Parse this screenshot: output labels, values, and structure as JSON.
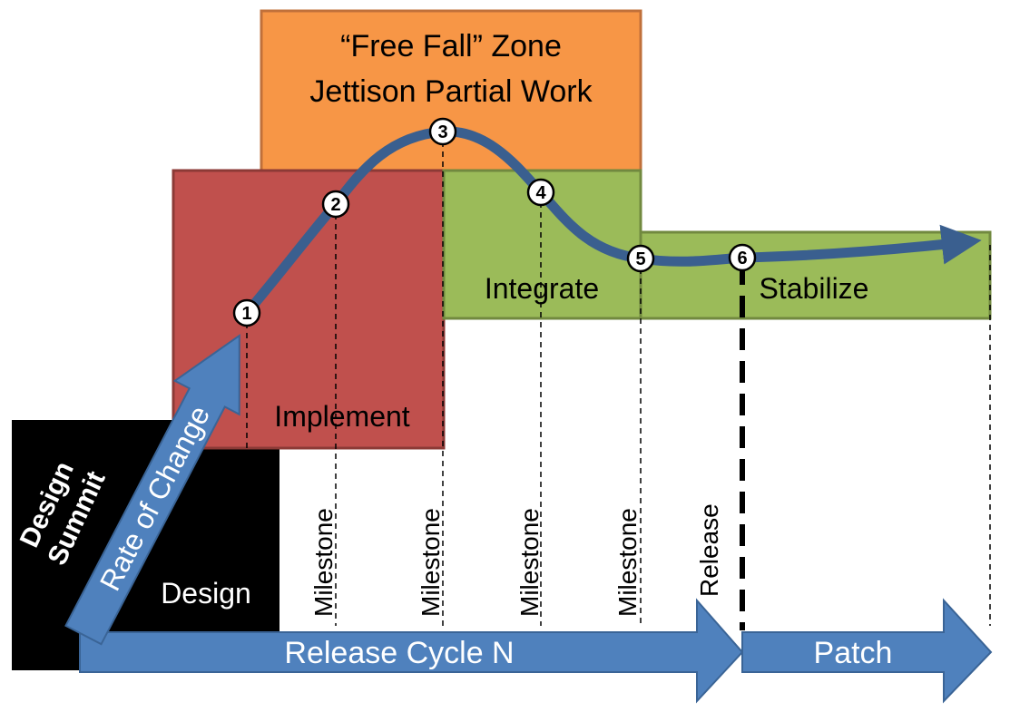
{
  "zones": {
    "free_fall_line1": "“Free Fall” Zone",
    "free_fall_line2": "Jettison Partial Work",
    "implement": "Implement",
    "integrate": "Integrate",
    "stabilize": "Stabilize",
    "design": "Design",
    "design_summit_line1": "Design",
    "design_summit_line2": "Summit"
  },
  "arrows": {
    "rate_of_change": "Rate of Change",
    "release_cycle": "Release Cycle N",
    "patch": "Patch"
  },
  "markers": [
    {
      "label": "Milestone"
    },
    {
      "label": "Milestone"
    },
    {
      "label": "Milestone"
    },
    {
      "label": "Milestone"
    },
    {
      "label": "Release"
    }
  ],
  "points": [
    "1",
    "2",
    "3",
    "4",
    "5",
    "6"
  ],
  "colors": {
    "free_fall": "#F79646",
    "implement": "#C0504D",
    "integrate": "#9BBB59",
    "design_summit": "#000000",
    "arrow_blue": "#4F81BD",
    "curve": "#3A5F8F"
  }
}
